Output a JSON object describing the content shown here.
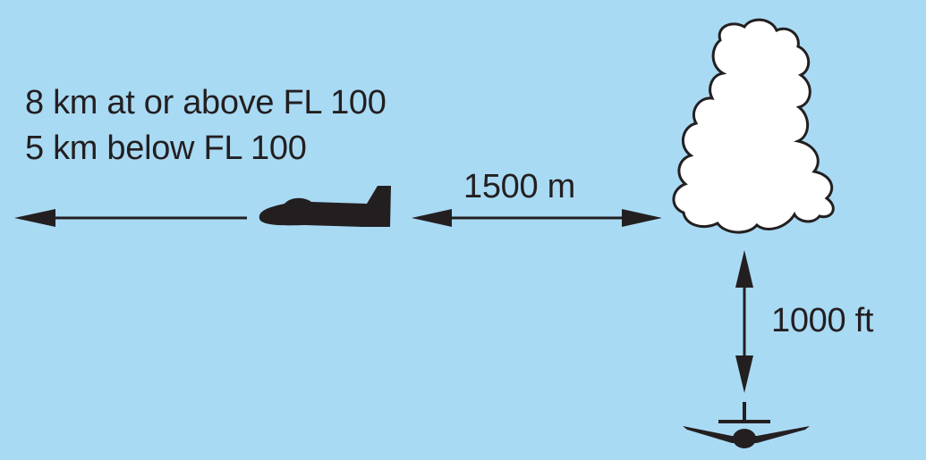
{
  "visibility": {
    "line_1": "8 km at or above FL 100",
    "line_2": "5 km below FL 100"
  },
  "horizontal_distance_label": "1500 m",
  "vertical_distance_label": "1000 ft",
  "colors": {
    "sky": "#a9daf4",
    "ink": "#231f20",
    "cloud_fill": "#ffffff",
    "cloud_outline": "#231f20"
  },
  "icons": {
    "aircraft_side": "aircraft-side-icon",
    "aircraft_front": "aircraft-front-icon",
    "cloud": "cloud-icon"
  }
}
